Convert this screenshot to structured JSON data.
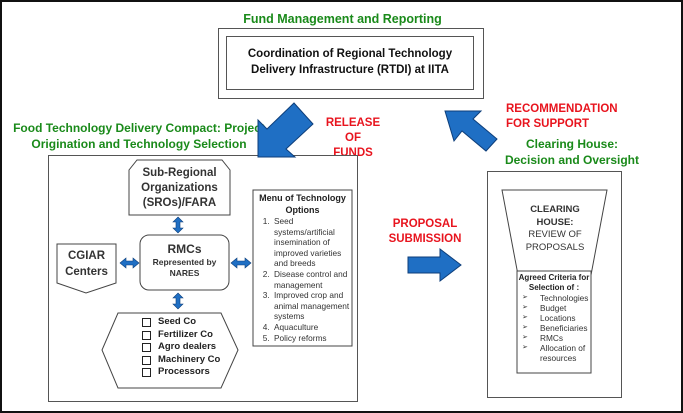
{
  "top": {
    "title": "Fund Management and Reporting",
    "rtdi_box": "Coordination of Regional Technology Delivery Infrastructure (RTDI) at IITA"
  },
  "arrows": {
    "release": [
      "RELEASE OF",
      "FUNDS"
    ],
    "recommendation": [
      "RECOMMENDATION",
      "FOR SUPPORT"
    ],
    "proposal": [
      "PROPOSAL",
      "SUBMISSION"
    ]
  },
  "left_panel": {
    "title": [
      "Food Technology Delivery Compact: Project",
      "Origination and Technology Selection"
    ],
    "sro": [
      "Sub-Regional",
      "Organizations",
      "(SROs)/FARA"
    ],
    "cgiar": [
      "CGIAR",
      "Centers"
    ],
    "rmc": {
      "title": "RMCs",
      "subtitle": [
        "Represented by",
        "NARES"
      ]
    },
    "companies": [
      "Seed Co",
      "Fertilizer Co",
      "Agro dealers",
      "Machinery Co",
      "Processors"
    ],
    "menu": {
      "title": [
        "Menu of Technology",
        "Options"
      ],
      "items": [
        "Seed systems/artificial insemination of improved varieties and breeds",
        "Disease control and management",
        "Improved crop and animal management systems",
        "Aquaculture",
        "Policy reforms"
      ]
    }
  },
  "right_panel": {
    "title": [
      "Clearing House:",
      "Decision and Oversight"
    ],
    "clearing": {
      "bold": [
        "CLEARING",
        "HOUSE:"
      ],
      "normal": [
        "REVIEW OF",
        "PROPOSALS"
      ]
    },
    "criteria": {
      "title": [
        "Agreed Criteria for",
        "Selection of :"
      ],
      "items": [
        "Technologies",
        "Budget",
        "Locations",
        "Beneficiaries",
        "RMCs",
        "Allocation of resources"
      ]
    }
  },
  "colors": {
    "title_green": "#1a8a1a",
    "label_red": "#e8141e",
    "arrow_blue": "#1f6fc4"
  }
}
